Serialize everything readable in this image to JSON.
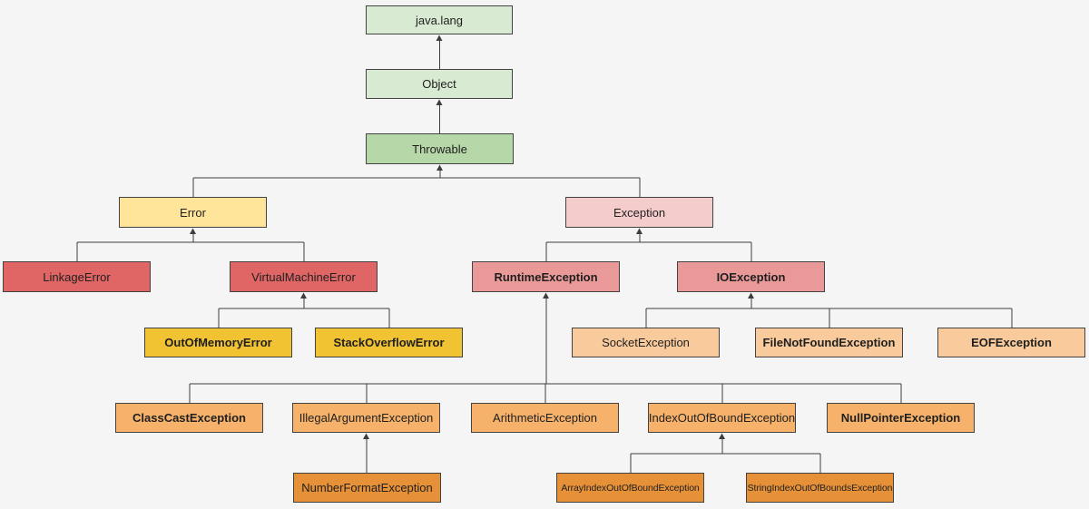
{
  "style": {
    "background": "#f5f5f6",
    "line_color": "#3d3d3d",
    "border_color": "#434343",
    "text_color": "#1f1f1f"
  },
  "diagram": {
    "type": "class-hierarchy-tree",
    "package": "java.lang",
    "nodes": [
      {
        "id": "java-lang",
        "label": "java.lang",
        "fill": "#d9ead3",
        "bold": false
      },
      {
        "id": "object",
        "label": "Object",
        "fill": "#d9ead3",
        "bold": false
      },
      {
        "id": "throwable",
        "label": "Throwable",
        "fill": "#b6d7a8",
        "bold": false
      },
      {
        "id": "error",
        "label": "Error",
        "fill": "#ffe599",
        "bold": false
      },
      {
        "id": "exception",
        "label": "Exception",
        "fill": "#f4cccc",
        "bold": false
      },
      {
        "id": "linkage-error",
        "label": "LinkageError",
        "fill": "#e06666",
        "bold": false
      },
      {
        "id": "virtual-machine-error",
        "label": "VirtualMachineError",
        "fill": "#e06666",
        "bold": false
      },
      {
        "id": "runtime-exception",
        "label": "RuntimeException",
        "fill": "#ea9999",
        "bold": true
      },
      {
        "id": "io-exception",
        "label": "IOException",
        "fill": "#ea9999",
        "bold": true
      },
      {
        "id": "out-of-memory-error",
        "label": "OutOfMemoryError",
        "fill": "#f1c232",
        "bold": true
      },
      {
        "id": "stack-overflow-error",
        "label": "StackOverflowError",
        "fill": "#f1c232",
        "bold": true
      },
      {
        "id": "socket-exception",
        "label": "SocketException",
        "fill": "#f9cb9c",
        "bold": false
      },
      {
        "id": "file-not-found-exception",
        "label": "FileNotFoundException",
        "fill": "#f9cb9c",
        "bold": true
      },
      {
        "id": "eof-exception",
        "label": "EOFException",
        "fill": "#f9cb9c",
        "bold": true
      },
      {
        "id": "class-cast-exception",
        "label": "ClassCastException",
        "fill": "#f6b26b",
        "bold": true
      },
      {
        "id": "illegal-argument-exception",
        "label": "IllegalArgumentException",
        "fill": "#f6b26b",
        "bold": false
      },
      {
        "id": "arithmetic-exception",
        "label": "ArithmeticException",
        "fill": "#f6b26b",
        "bold": false
      },
      {
        "id": "index-out-of-bound-exception",
        "label": "IndexOutOfBoundException",
        "fill": "#f6b26b",
        "bold": false
      },
      {
        "id": "null-pointer-exception",
        "label": "NullPointerException",
        "fill": "#f6b26b",
        "bold": true
      },
      {
        "id": "number-format-exception",
        "label": "NumberFormatException",
        "fill": "#e69138",
        "bold": false
      },
      {
        "id": "array-index-out-of-bound-exception",
        "label": "ArrayIndexOutOfBoundException",
        "fill": "#e69138",
        "bold": false,
        "small": true
      },
      {
        "id": "string-index-out-of-bounds-exception",
        "label": "StringIndexOutOfBoundsException",
        "fill": "#e69138",
        "bold": false,
        "small": true
      }
    ],
    "edges": [
      {
        "parent": "java-lang",
        "children": [
          "object"
        ]
      },
      {
        "parent": "object",
        "children": [
          "throwable"
        ]
      },
      {
        "parent": "throwable",
        "children": [
          "error",
          "exception"
        ]
      },
      {
        "parent": "error",
        "children": [
          "linkage-error",
          "virtual-machine-error"
        ]
      },
      {
        "parent": "virtual-machine-error",
        "children": [
          "out-of-memory-error",
          "stack-overflow-error"
        ]
      },
      {
        "parent": "exception",
        "children": [
          "runtime-exception",
          "io-exception"
        ]
      },
      {
        "parent": "io-exception",
        "children": [
          "socket-exception",
          "file-not-found-exception",
          "eof-exception"
        ]
      },
      {
        "parent": "runtime-exception",
        "children": [
          "class-cast-exception",
          "illegal-argument-exception",
          "arithmetic-exception",
          "index-out-of-bound-exception",
          "null-pointer-exception"
        ]
      },
      {
        "parent": "illegal-argument-exception",
        "children": [
          "number-format-exception"
        ]
      },
      {
        "parent": "index-out-of-bound-exception",
        "children": [
          "array-index-out-of-bound-exception",
          "string-index-out-of-bounds-exception"
        ]
      }
    ]
  }
}
